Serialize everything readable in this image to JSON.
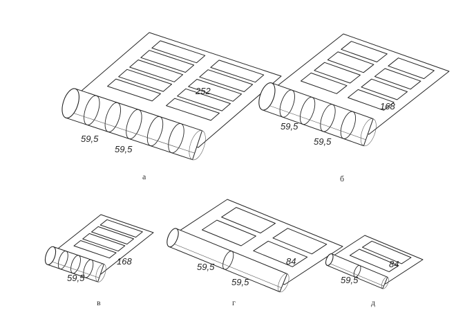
{
  "figures": [
    {
      "id": "a",
      "caption": "а",
      "label_width_1": "59,5",
      "label_width_2": "59,5",
      "label_length": "252",
      "cols": 2,
      "rows": 5,
      "rings": 5
    },
    {
      "id": "b",
      "caption": "б",
      "label_width_1": "59,5",
      "label_width_2": "59,5",
      "label_length": "168",
      "cols": 2,
      "rows": 4,
      "rings": 4
    },
    {
      "id": "v",
      "caption": "в",
      "label_width_1": "59,5",
      "label_length": "168",
      "cols": 1,
      "rows": 4,
      "rings": 3
    },
    {
      "id": "g",
      "caption": "г",
      "label_width_1": "59,5",
      "label_width_2": "59,5",
      "label_length": "84",
      "cols": 2,
      "rows": 2,
      "rings": 1
    },
    {
      "id": "d",
      "caption": "д",
      "label_width_1": "59,5",
      "label_length": "84",
      "cols": 1,
      "rows": 2,
      "rings": 1
    }
  ]
}
